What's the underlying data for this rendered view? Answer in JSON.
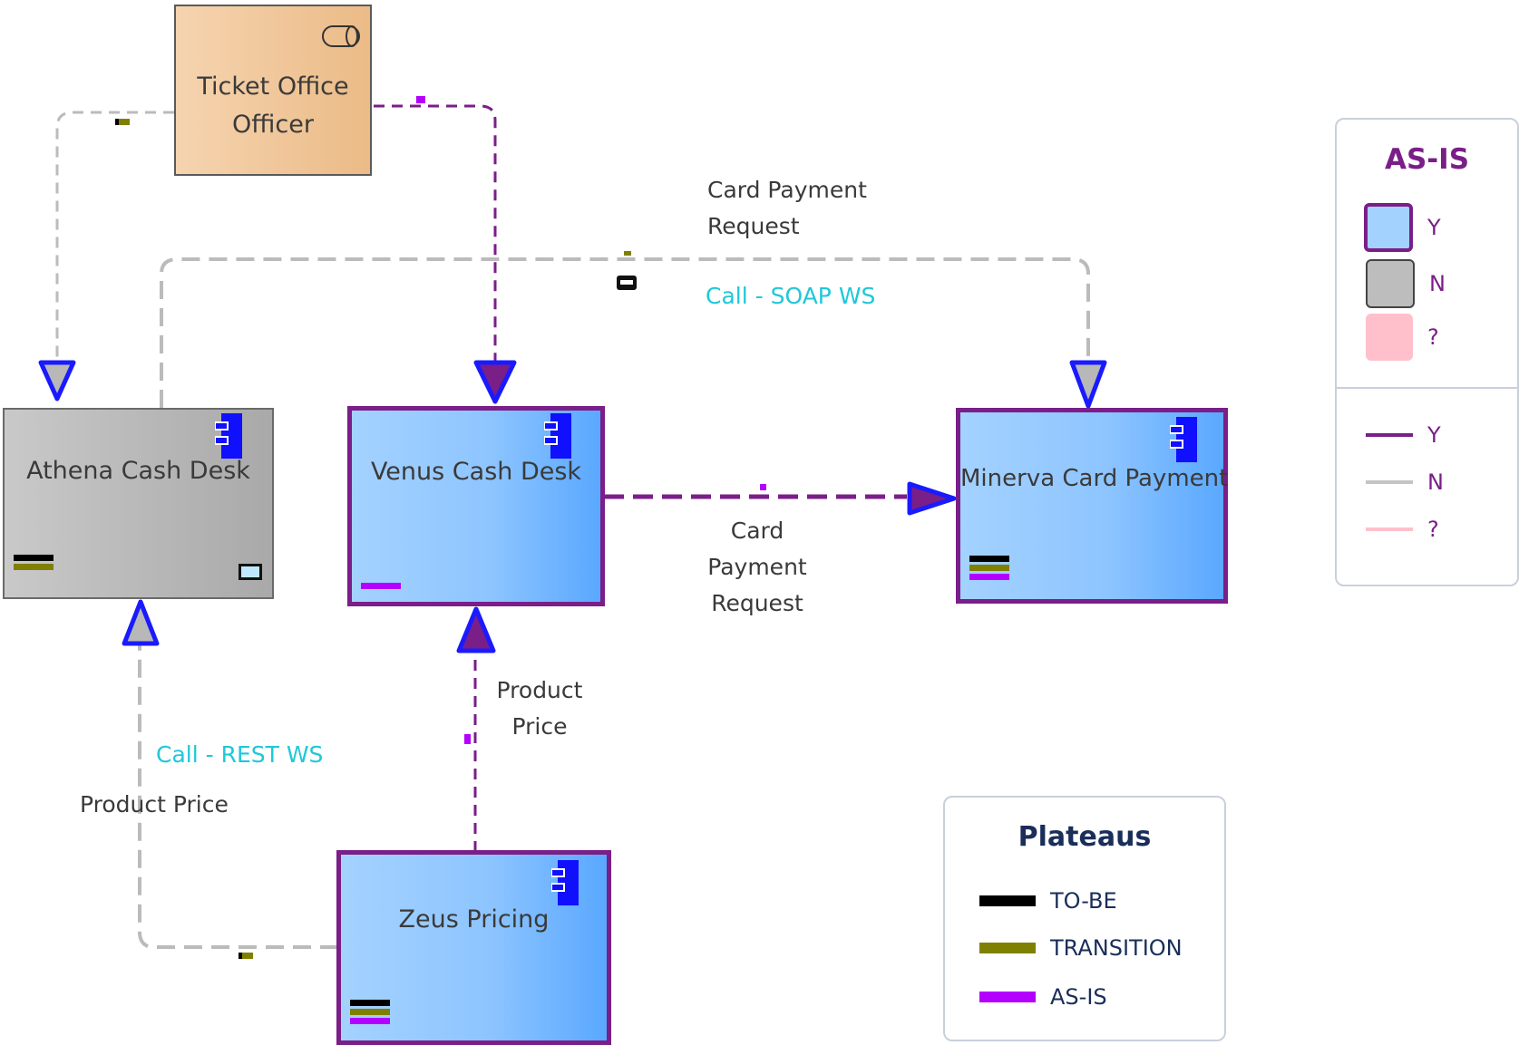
{
  "nodes": {
    "ticket_officer": "Ticket Office\nOfficer",
    "athena": "Athena Cash Desk",
    "venus": "Venus Cash Desk",
    "minerva": "Minerva Card Payment",
    "zeus": "Zeus Pricing"
  },
  "edges": {
    "card_payment_request_top": "Card Payment\nRequest",
    "call_soap": "Call - SOAP WS",
    "card_payment_request_mid": "Card\nPayment\nRequest",
    "product_price_mid": "Product\nPrice",
    "call_rest": "Call - REST WS",
    "product_price_left": "Product Price"
  },
  "legend_asis": {
    "title": "AS-IS",
    "box_y": "Y",
    "box_n": "N",
    "box_q": "?",
    "line_y": "Y",
    "line_n": "N",
    "line_q": "?"
  },
  "legend_plateaus": {
    "title": "Plateaus",
    "tobe": "TO-BE",
    "transition": "TRANSITION",
    "asis": "AS-IS"
  },
  "colors": {
    "asis_y": "#7a1e88",
    "asis_n": "#bbbbbb",
    "asis_q": "#ffb6c1",
    "tobe": "#000000",
    "transition": "#808000",
    "asis_plateau": "#b400ff",
    "arrow_blue": "#1a1aff",
    "note_cyan": "#1ec8d8"
  }
}
